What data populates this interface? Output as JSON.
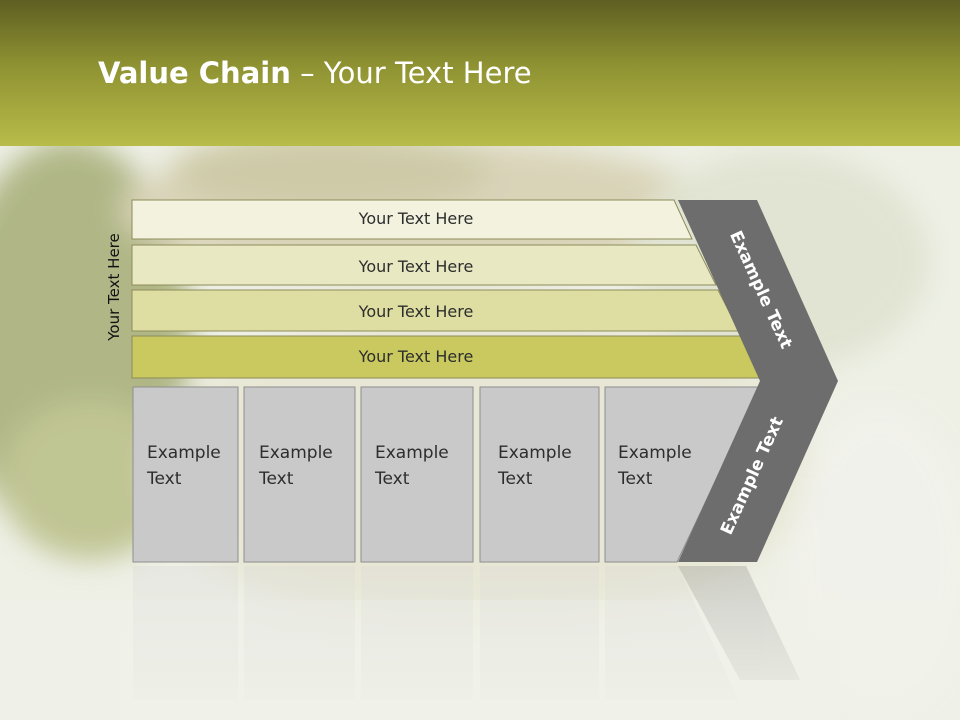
{
  "slide": {
    "title_bold": "Value Chain",
    "title_rest": " – Your Text Here",
    "side_label": "Your Text Here"
  },
  "rows": [
    {
      "label": "Your Text Here",
      "color": "#f3f2de"
    },
    {
      "label": "Your Text Here",
      "color": "#e8e8c2"
    },
    {
      "label": "Your Text Here",
      "color": "#dedea3"
    },
    {
      "label": "Your Text Here",
      "color": "#c9c95f"
    }
  ],
  "columns": [
    {
      "line1": "Example",
      "line2": "Text"
    },
    {
      "line1": "Example",
      "line2": "Text"
    },
    {
      "line1": "Example",
      "line2": "Text"
    },
    {
      "line1": "Example",
      "line2": "Text"
    },
    {
      "line1": "Example",
      "line2": "Text"
    }
  ],
  "chevron": {
    "upper_label": "Example Text",
    "lower_label": "Example Text",
    "color": "#6d6d6d"
  },
  "colors": {
    "box": "#c9c9c9",
    "box_border": "#8e8e8e",
    "row_border": "#8d8c5a",
    "row_text": "#2d2d2d"
  }
}
